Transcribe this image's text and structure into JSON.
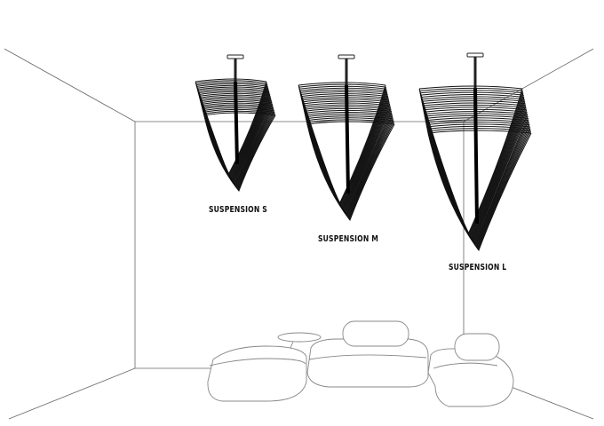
{
  "products": [
    {
      "label": "SUSPENSION S"
    },
    {
      "label": "SUSPENSION M"
    },
    {
      "label": "SUSPENSION L"
    }
  ],
  "colors": {
    "line": "#555555",
    "ink": "#111111"
  }
}
